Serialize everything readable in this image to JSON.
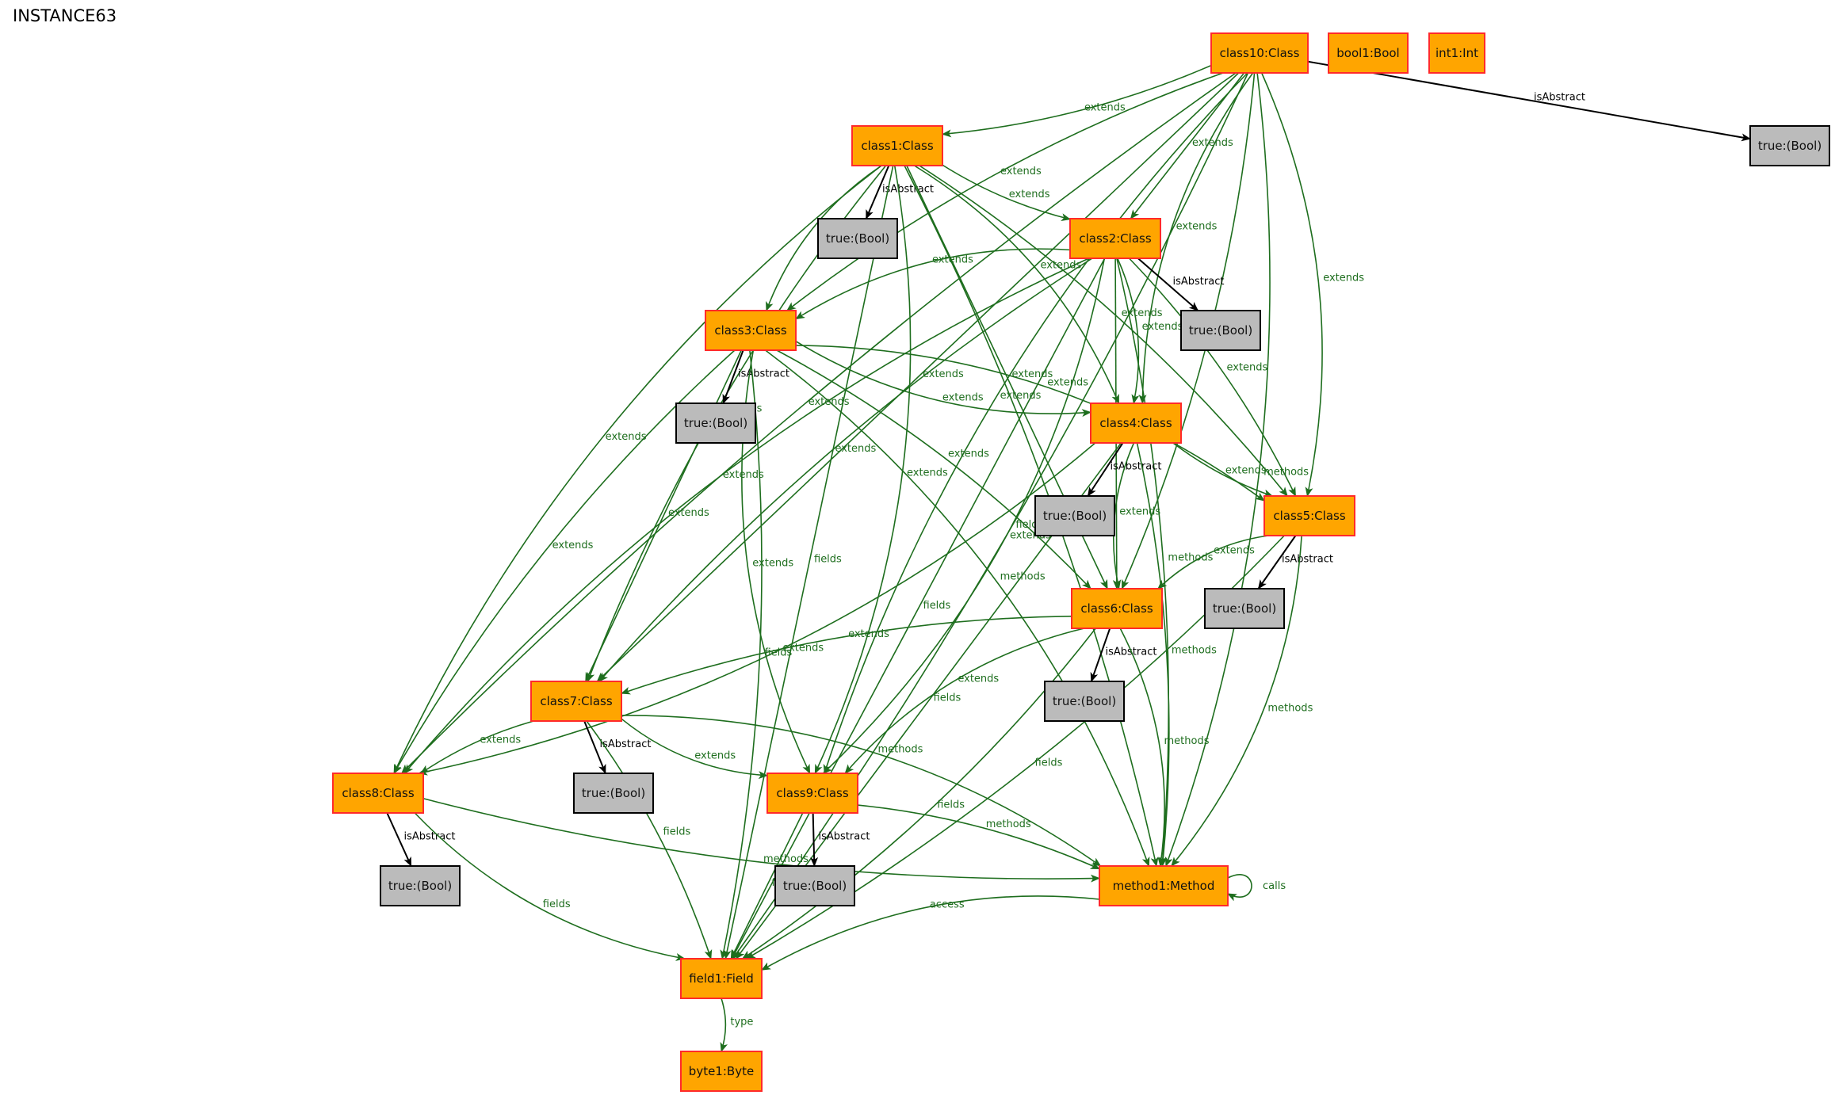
{
  "title": "INSTANCE63",
  "colors": {
    "class_fill": "#ffa500",
    "class_border": "#ff2a2a",
    "bool_fill": "#bbbbbb",
    "bool_border": "#000000",
    "green_edge": "#1e6e1e",
    "green_label": "#1e6e1e",
    "black_edge": "#000000"
  },
  "nodes": [
    {
      "id": "class10",
      "label": "class10:Class",
      "kind": "class"
    },
    {
      "id": "bool1",
      "label": "bool1:Bool",
      "kind": "class"
    },
    {
      "id": "int1",
      "label": "int1:Int",
      "kind": "class"
    },
    {
      "id": "t10",
      "label": "true:(Bool)",
      "kind": "bool"
    },
    {
      "id": "class1",
      "label": "class1:Class",
      "kind": "class"
    },
    {
      "id": "t1",
      "label": "true:(Bool)",
      "kind": "bool"
    },
    {
      "id": "class2",
      "label": "class2:Class",
      "kind": "class"
    },
    {
      "id": "t2",
      "label": "true:(Bool)",
      "kind": "bool"
    },
    {
      "id": "class3",
      "label": "class3:Class",
      "kind": "class"
    },
    {
      "id": "t3",
      "label": "true:(Bool)",
      "kind": "bool"
    },
    {
      "id": "class4",
      "label": "class4:Class",
      "kind": "class"
    },
    {
      "id": "t4",
      "label": "true:(Bool)",
      "kind": "bool"
    },
    {
      "id": "class5",
      "label": "class5:Class",
      "kind": "class"
    },
    {
      "id": "t5",
      "label": "true:(Bool)",
      "kind": "bool"
    },
    {
      "id": "class6",
      "label": "class6:Class",
      "kind": "class"
    },
    {
      "id": "t6",
      "label": "true:(Bool)",
      "kind": "bool"
    },
    {
      "id": "class7",
      "label": "class7:Class",
      "kind": "class"
    },
    {
      "id": "t7",
      "label": "true:(Bool)",
      "kind": "bool"
    },
    {
      "id": "class8",
      "label": "class8:Class",
      "kind": "class"
    },
    {
      "id": "t8",
      "label": "true:(Bool)",
      "kind": "bool"
    },
    {
      "id": "class9",
      "label": "class9:Class",
      "kind": "class"
    },
    {
      "id": "t9",
      "label": "true:(Bool)",
      "kind": "bool"
    },
    {
      "id": "method1",
      "label": "method1:Method",
      "kind": "class"
    },
    {
      "id": "field1",
      "label": "field1:Field",
      "kind": "class"
    },
    {
      "id": "byte1",
      "label": "byte1:Byte",
      "kind": "class"
    }
  ],
  "edges": [
    {
      "from": "class10",
      "to": "t10",
      "label": "isAbstract",
      "style": "black"
    },
    {
      "from": "class10",
      "to": "class1",
      "label": "extends",
      "style": "green"
    },
    {
      "from": "class10",
      "to": "class2",
      "label": "extends",
      "style": "green"
    },
    {
      "from": "class10",
      "to": "class3",
      "label": "extends",
      "style": "green"
    },
    {
      "from": "class10",
      "to": "class4",
      "label": "extends",
      "style": "green"
    },
    {
      "from": "class10",
      "to": "class5",
      "label": "extends",
      "style": "green"
    },
    {
      "from": "class10",
      "to": "class6",
      "label": "extends",
      "style": "green"
    },
    {
      "from": "class10",
      "to": "class7",
      "label": "extends",
      "style": "green"
    },
    {
      "from": "class10",
      "to": "class8",
      "label": "extends",
      "style": "green"
    },
    {
      "from": "class10",
      "to": "class9",
      "label": "extends",
      "style": "green"
    },
    {
      "from": "class10",
      "to": "method1",
      "label": "methods",
      "style": "green"
    },
    {
      "from": "class10",
      "to": "field1",
      "label": "fields",
      "style": "green"
    },
    {
      "from": "class1",
      "to": "t1",
      "label": "isAbstract",
      "style": "black"
    },
    {
      "from": "class1",
      "to": "class2",
      "label": "extends",
      "style": "green"
    },
    {
      "from": "class1",
      "to": "class3",
      "label": "extends",
      "style": "green"
    },
    {
      "from": "class1",
      "to": "class4",
      "label": "extends",
      "style": "green"
    },
    {
      "from": "class1",
      "to": "class5",
      "label": "extends",
      "style": "green"
    },
    {
      "from": "class1",
      "to": "class6",
      "label": "extends",
      "style": "green"
    },
    {
      "from": "class1",
      "to": "class7",
      "label": "extends",
      "style": "green"
    },
    {
      "from": "class1",
      "to": "class8",
      "label": "extends",
      "style": "green"
    },
    {
      "from": "class1",
      "to": "class9",
      "label": "extends",
      "style": "green"
    },
    {
      "from": "class1",
      "to": "method1",
      "label": "methods",
      "style": "green"
    },
    {
      "from": "class1",
      "to": "field1",
      "label": "fields",
      "style": "green"
    },
    {
      "from": "class2",
      "to": "t2",
      "label": "isAbstract",
      "style": "black"
    },
    {
      "from": "class2",
      "to": "class3",
      "label": "extends",
      "style": "green"
    },
    {
      "from": "class2",
      "to": "class4",
      "label": "extends",
      "style": "green"
    },
    {
      "from": "class2",
      "to": "class5",
      "label": "extends",
      "style": "green"
    },
    {
      "from": "class2",
      "to": "class6",
      "label": "extends",
      "style": "green"
    },
    {
      "from": "class2",
      "to": "class7",
      "label": "extends",
      "style": "green"
    },
    {
      "from": "class2",
      "to": "class8",
      "label": "extends",
      "style": "green"
    },
    {
      "from": "class2",
      "to": "class9",
      "label": "extends",
      "style": "green"
    },
    {
      "from": "class2",
      "to": "method1",
      "label": "methods",
      "style": "green"
    },
    {
      "from": "class2",
      "to": "field1",
      "label": "fields",
      "style": "green"
    },
    {
      "from": "class3",
      "to": "t3",
      "label": "isAbstract",
      "style": "black"
    },
    {
      "from": "class3",
      "to": "class4",
      "label": "extends",
      "style": "green"
    },
    {
      "from": "class3",
      "to": "class5",
      "label": "extends",
      "style": "green"
    },
    {
      "from": "class3",
      "to": "class6",
      "label": "extends",
      "style": "green"
    },
    {
      "from": "class3",
      "to": "class7",
      "label": "extends",
      "style": "green"
    },
    {
      "from": "class3",
      "to": "class8",
      "label": "extends",
      "style": "green"
    },
    {
      "from": "class3",
      "to": "class9",
      "label": "extends",
      "style": "green"
    },
    {
      "from": "class3",
      "to": "method1",
      "label": "methods",
      "style": "green"
    },
    {
      "from": "class3",
      "to": "field1",
      "label": "fields",
      "style": "green"
    },
    {
      "from": "class4",
      "to": "t4",
      "label": "isAbstract",
      "style": "black"
    },
    {
      "from": "class4",
      "to": "class5",
      "label": "extends",
      "style": "green"
    },
    {
      "from": "class4",
      "to": "class6",
      "label": "extends",
      "style": "green"
    },
    {
      "from": "class4",
      "to": "class8",
      "label": "extends",
      "style": "green"
    },
    {
      "from": "class4",
      "to": "method1",
      "label": "methods",
      "style": "green"
    },
    {
      "from": "class4",
      "to": "field1",
      "label": "fields",
      "style": "green"
    },
    {
      "from": "class5",
      "to": "t5",
      "label": "isAbstract",
      "style": "black"
    },
    {
      "from": "class5",
      "to": "class6",
      "label": "extends",
      "style": "green"
    },
    {
      "from": "class5",
      "to": "method1",
      "label": "methods",
      "style": "green"
    },
    {
      "from": "class5",
      "to": "field1",
      "label": "fields",
      "style": "green"
    },
    {
      "from": "class6",
      "to": "t6",
      "label": "isAbstract",
      "style": "black"
    },
    {
      "from": "class6",
      "to": "class7",
      "label": "extends",
      "style": "green"
    },
    {
      "from": "class6",
      "to": "class9",
      "label": "extends",
      "style": "green"
    },
    {
      "from": "class6",
      "to": "method1",
      "label": "methods",
      "style": "green"
    },
    {
      "from": "class6",
      "to": "field1",
      "label": "fields",
      "style": "green"
    },
    {
      "from": "class7",
      "to": "t7",
      "label": "isAbstract",
      "style": "black"
    },
    {
      "from": "class7",
      "to": "class8",
      "label": "extends",
      "style": "green"
    },
    {
      "from": "class7",
      "to": "class9",
      "label": "extends",
      "style": "green"
    },
    {
      "from": "class7",
      "to": "method1",
      "label": "methods",
      "style": "green"
    },
    {
      "from": "class7",
      "to": "field1",
      "label": "fields",
      "style": "green"
    },
    {
      "from": "class8",
      "to": "t8",
      "label": "isAbstract",
      "style": "black"
    },
    {
      "from": "class8",
      "to": "method1",
      "label": "methods",
      "style": "green"
    },
    {
      "from": "class8",
      "to": "field1",
      "label": "fields",
      "style": "green"
    },
    {
      "from": "class9",
      "to": "t9",
      "label": "isAbstract",
      "style": "black"
    },
    {
      "from": "class9",
      "to": "method1",
      "label": "methods",
      "style": "green"
    },
    {
      "from": "class9",
      "to": "field1",
      "label": "fields",
      "style": "green"
    },
    {
      "from": "method1",
      "to": "method1",
      "label": "calls",
      "style": "green"
    },
    {
      "from": "method1",
      "to": "field1",
      "label": "access",
      "style": "green"
    },
    {
      "from": "field1",
      "to": "byte1",
      "label": "type",
      "style": "green"
    }
  ]
}
